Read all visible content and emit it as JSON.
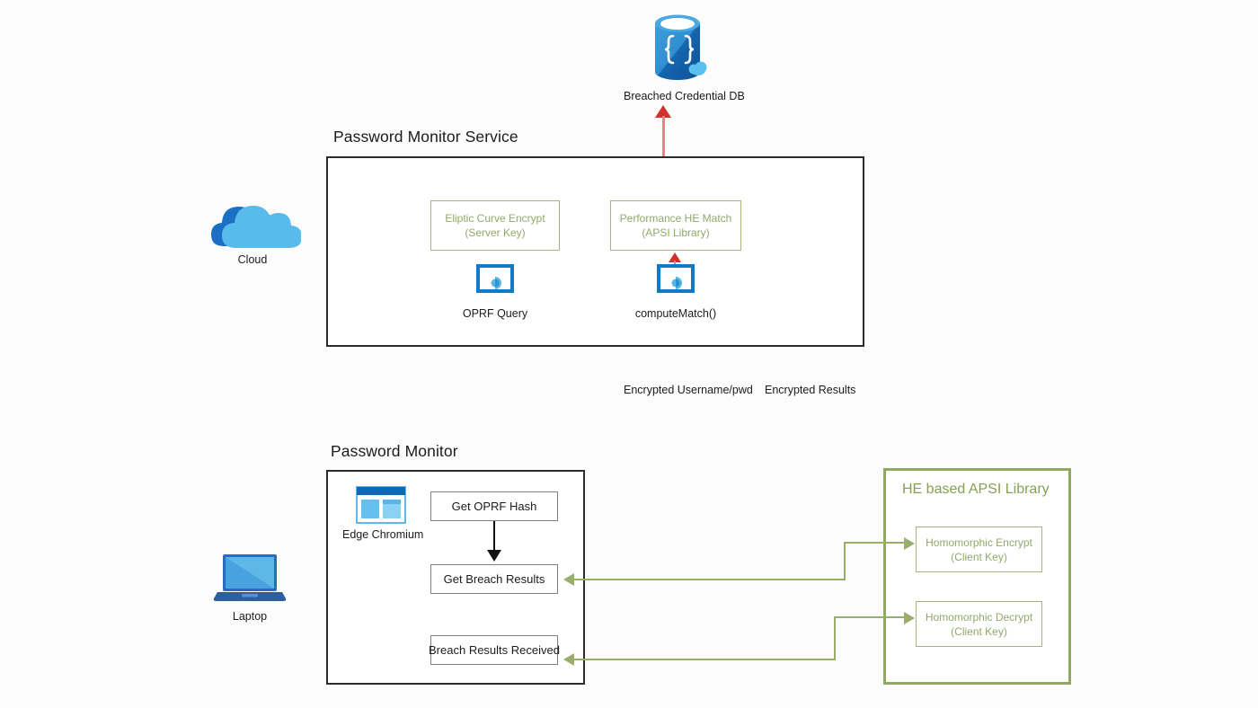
{
  "diagram": {
    "title_password_monitor_service": "Password Monitor Service",
    "title_password_monitor": "Password Monitor"
  },
  "nodes": {
    "breached_db": {
      "label": "Breached Credential DB",
      "icon": "database-cloud-icon"
    },
    "cloud": {
      "label": "Cloud",
      "icon": "cloud-icon"
    },
    "laptop": {
      "label": "Laptop",
      "icon": "laptop-icon"
    },
    "edge": {
      "label": "Edge Chromium",
      "icon": "browser-window-icon"
    },
    "oprf_query": {
      "label": "OPRF Query",
      "icon": "service-monitor-icon"
    },
    "compute_match": {
      "label": "computeMatch()",
      "icon": "service-monitor-icon"
    }
  },
  "service_boxes": [
    {
      "line1": "Eliptic Curve Encrypt",
      "line2": "(Server Key)"
    },
    {
      "line1": "Performance HE Match",
      "line2": "(APSI Library)"
    }
  ],
  "edge_labels": {
    "encrypted_request": "Encrypted Username/pwd",
    "encrypted_response": "Encrypted Results"
  },
  "client_steps": [
    {
      "label": "Get OPRF Hash"
    },
    {
      "label": "Get Breach Results"
    },
    {
      "label": "Breach Results Received"
    }
  ],
  "apsi": {
    "title": "HE based APSI Library",
    "boxes": [
      {
        "line1": "Homomorphic Encrypt",
        "line2": "(Client Key)"
      },
      {
        "line1": "Homomorphic Decrypt",
        "line2": "(Client Key)"
      }
    ]
  },
  "colors": {
    "green_border": "#a3b57a",
    "green_text": "#93a86a",
    "green_panel_border": "#8faa5c",
    "green_connector": "#9aae6c",
    "red_arrow": "#d2302c",
    "red_line": "#e8827f",
    "black_outline": "#2b2b2b",
    "icon_blue": "#0f7ac7",
    "icon_blue_light": "#50b4e8",
    "icon_blue_dark": "#1b5fa8",
    "page_background": "#fcfcfc"
  }
}
